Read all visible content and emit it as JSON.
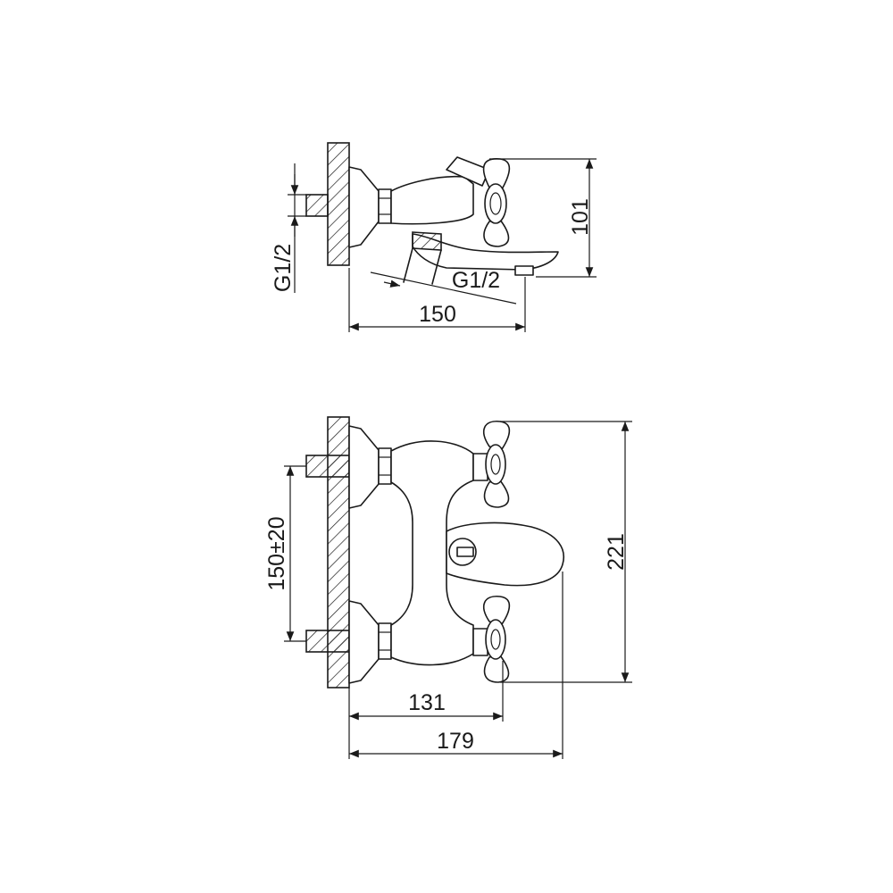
{
  "colors": {
    "line": "#1a1a1a",
    "background": "#ffffff"
  },
  "side_view": {
    "thread_left": "G1/2",
    "thread_inlet": "G1/2",
    "dim_width": "150",
    "dim_height": "101"
  },
  "front_view": {
    "dim_centers": "150±20",
    "dim_handle_depth": "131",
    "dim_spout_depth": "179",
    "dim_height": "221"
  }
}
